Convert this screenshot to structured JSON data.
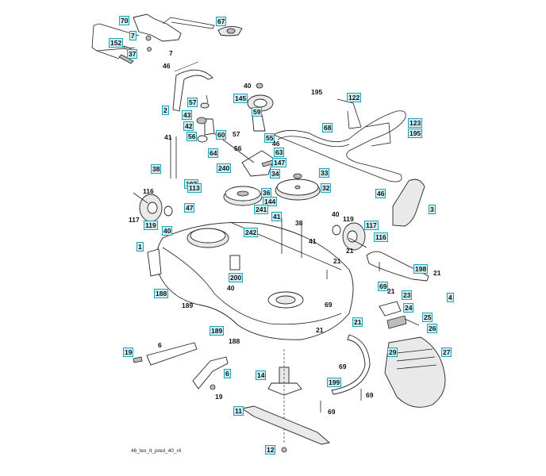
{
  "diagram": {
    "title": "Mower deck parts diagram",
    "caption": "46_tex_lt_pred_40_r4",
    "label_style": {
      "boxed_fill": "#cfeff4",
      "boxed_border": "#1aa6b8",
      "plain_color": "#111111"
    },
    "labels": [
      {
        "text": "70",
        "boxed": true
      },
      {
        "text": "7",
        "boxed": true
      },
      {
        "text": "152",
        "boxed": true
      },
      {
        "text": "37",
        "boxed": true
      },
      {
        "text": "7",
        "boxed": false
      },
      {
        "text": "67",
        "boxed": true
      },
      {
        "text": "46",
        "boxed": false
      },
      {
        "text": "2",
        "boxed": true
      },
      {
        "text": "57",
        "boxed": true
      },
      {
        "text": "43",
        "boxed": true
      },
      {
        "text": "42",
        "boxed": true
      },
      {
        "text": "56",
        "boxed": true
      },
      {
        "text": "60",
        "boxed": true
      },
      {
        "text": "64",
        "boxed": true
      },
      {
        "text": "41",
        "boxed": false
      },
      {
        "text": "38",
        "boxed": true
      },
      {
        "text": "40",
        "boxed": false
      },
      {
        "text": "145",
        "boxed": true
      },
      {
        "text": "59",
        "boxed": true
      },
      {
        "text": "57",
        "boxed": false
      },
      {
        "text": "55",
        "boxed": true
      },
      {
        "text": "46",
        "boxed": false
      },
      {
        "text": "56",
        "boxed": false
      },
      {
        "text": "63",
        "boxed": true
      },
      {
        "text": "147",
        "boxed": true
      },
      {
        "text": "240",
        "boxed": true
      },
      {
        "text": "34",
        "boxed": true
      },
      {
        "text": "197",
        "boxed": true
      },
      {
        "text": "195",
        "boxed": false
      },
      {
        "text": "122",
        "boxed": true
      },
      {
        "text": "68",
        "boxed": true
      },
      {
        "text": "123",
        "boxed": true
      },
      {
        "text": "195",
        "boxed": true
      },
      {
        "text": "33",
        "boxed": true
      },
      {
        "text": "32",
        "boxed": true
      },
      {
        "text": "46",
        "boxed": true
      },
      {
        "text": "3",
        "boxed": true
      },
      {
        "text": "116",
        "boxed": false
      },
      {
        "text": "113",
        "boxed": true
      },
      {
        "text": "36",
        "boxed": true
      },
      {
        "text": "144",
        "boxed": true
      },
      {
        "text": "47",
        "boxed": true
      },
      {
        "text": "241",
        "boxed": true
      },
      {
        "text": "117",
        "boxed": false
      },
      {
        "text": "119",
        "boxed": true
      },
      {
        "text": "40",
        "boxed": true
      },
      {
        "text": "41",
        "boxed": true
      },
      {
        "text": "38",
        "boxed": false
      },
      {
        "text": "242",
        "boxed": true
      },
      {
        "text": "41",
        "boxed": false
      },
      {
        "text": "40",
        "boxed": false
      },
      {
        "text": "119",
        "boxed": false
      },
      {
        "text": "117",
        "boxed": true
      },
      {
        "text": "116",
        "boxed": true
      },
      {
        "text": "1",
        "boxed": true
      },
      {
        "text": "21",
        "boxed": false
      },
      {
        "text": "21",
        "boxed": false
      },
      {
        "text": "198",
        "boxed": true
      },
      {
        "text": "21",
        "boxed": false
      },
      {
        "text": "200",
        "boxed": true
      },
      {
        "text": "40",
        "boxed": false
      },
      {
        "text": "188",
        "boxed": true
      },
      {
        "text": "189",
        "boxed": false
      },
      {
        "text": "69",
        "boxed": true
      },
      {
        "text": "21",
        "boxed": false
      },
      {
        "text": "23",
        "boxed": true
      },
      {
        "text": "4",
        "boxed": true
      },
      {
        "text": "69",
        "boxed": false
      },
      {
        "text": "24",
        "boxed": true
      },
      {
        "text": "25",
        "boxed": true
      },
      {
        "text": "189",
        "boxed": true
      },
      {
        "text": "21",
        "boxed": false
      },
      {
        "text": "21",
        "boxed": true
      },
      {
        "text": "26",
        "boxed": true
      },
      {
        "text": "188",
        "boxed": false
      },
      {
        "text": "6",
        "boxed": false
      },
      {
        "text": "19",
        "boxed": true
      },
      {
        "text": "29",
        "boxed": true
      },
      {
        "text": "27",
        "boxed": true
      },
      {
        "text": "6",
        "boxed": true
      },
      {
        "text": "69",
        "boxed": false
      },
      {
        "text": "14",
        "boxed": true
      },
      {
        "text": "199",
        "boxed": true
      },
      {
        "text": "69",
        "boxed": false
      },
      {
        "text": "19",
        "boxed": false
      },
      {
        "text": "11",
        "boxed": true
      },
      {
        "text": "69",
        "boxed": false
      },
      {
        "text": "12",
        "boxed": true
      }
    ]
  }
}
